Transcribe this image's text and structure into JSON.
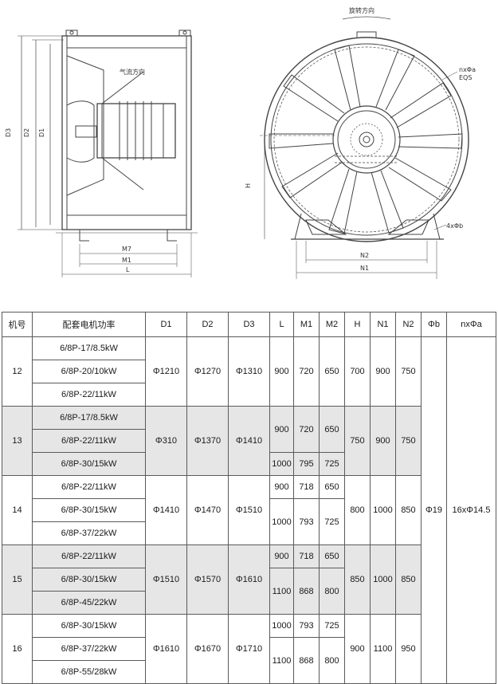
{
  "drawing": {
    "side_view": {
      "labels": {
        "d3": "D3",
        "d2": "D2",
        "d1": "D1",
        "airflow": "气流方向",
        "m7": "M7",
        "m1": "M1",
        "l": "L"
      }
    },
    "front_view": {
      "labels": {
        "rotation": "旋转方向",
        "holes": "nxΦa",
        "eqs": "EQS",
        "h": "H",
        "base_holes": "4xΦb",
        "n2": "N2",
        "n1": "N1"
      }
    }
  },
  "table": {
    "headers": [
      "机号",
      "配套电机功率",
      "D1",
      "D2",
      "D3",
      "L",
      "M1",
      "M2",
      "H",
      "N1",
      "N2",
      "Φb",
      "nxΦa"
    ],
    "groups": [
      {
        "model": "12",
        "motors": [
          "6/8P-17/8.5kW",
          "6/8P-20/10kW",
          "6/8P-22/11kW"
        ],
        "d1": "Φ1210",
        "d2": "Φ1270",
        "d3": "Φ1310",
        "sub": [
          {
            "l": "900",
            "m1": "720",
            "m2": "650"
          }
        ],
        "h": "700",
        "n1": "900",
        "n2": "750"
      },
      {
        "model": "13",
        "motors": [
          "6/8P-17/8.5kW",
          "6/8P-22/11kW",
          "6/8P-30/15kW"
        ],
        "d1": "Φ310",
        "d2": "Φ1370",
        "d3": "Φ1410",
        "sub": [
          {
            "l": "900",
            "m1": "720",
            "m2": "650"
          },
          {
            "l": "1000",
            "m1": "795",
            "m2": "725"
          }
        ],
        "h": "750",
        "n1": "900",
        "n2": "750"
      },
      {
        "model": "14",
        "motors": [
          "6/8P-22/11kW",
          "6/8P-30/15kW",
          "6/8P-37/22kW"
        ],
        "d1": "Φ1410",
        "d2": "Φ1470",
        "d3": "Φ1510",
        "sub": [
          {
            "l": "900",
            "m1": "718",
            "m2": "650"
          },
          {
            "l": "1000",
            "m1": "793",
            "m2": "725"
          }
        ],
        "h": "800",
        "n1": "1000",
        "n2": "850"
      },
      {
        "model": "15",
        "motors": [
          "6/8P-22/11kW",
          "6/8P-30/15kW",
          "6/8P-45/22kW"
        ],
        "d1": "Φ1510",
        "d2": "Φ1570",
        "d3": "Φ1610",
        "sub": [
          {
            "l": "900",
            "m1": "718",
            "m2": "650"
          },
          {
            "l": "1100",
            "m1": "868",
            "m2": "800"
          }
        ],
        "h": "850",
        "n1": "1000",
        "n2": "850"
      },
      {
        "model": "16",
        "motors": [
          "6/8P-30/15kW",
          "6/8P-37/22kW",
          "6/8P-55/28kW"
        ],
        "d1": "Φ1610",
        "d2": "Φ1670",
        "d3": "Φ1710",
        "sub": [
          {
            "l": "1000",
            "m1": "793",
            "m2": "725"
          },
          {
            "l": "1100",
            "m1": "868",
            "m2": "800"
          }
        ],
        "h": "900",
        "n1": "1100",
        "n2": "950"
      }
    ],
    "phi_b": "Φ19",
    "nx_phi_a": "16xΦ14.5"
  }
}
